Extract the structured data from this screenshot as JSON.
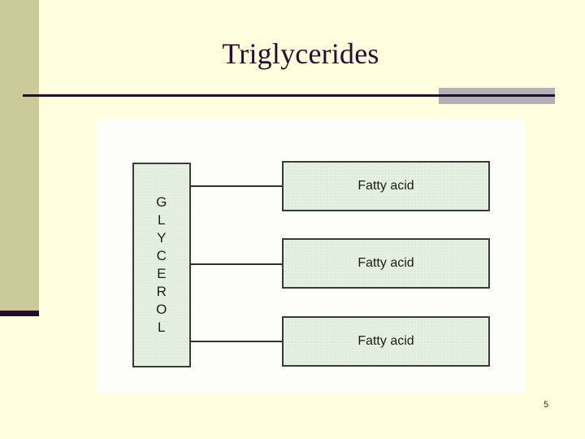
{
  "slide": {
    "title": "Triglycerides",
    "page_number": "5",
    "background_color": "#ffffe0",
    "title_color": "#2d0b2e",
    "accent_band_color": "#cbcb9a",
    "accent_block_color": "#b2b0b8",
    "rule_color": "#250a28"
  },
  "figure": {
    "panel_background": "#fdfdfa",
    "box_fill": "#e6f1e3",
    "box_border": "#3a3a3a",
    "glycerol": {
      "label": "GLYCEROL",
      "letters": [
        "G",
        "L",
        "Y",
        "C",
        "E",
        "R",
        "O",
        "L"
      ]
    },
    "fatty_acids": [
      {
        "label": "Fatty acid"
      },
      {
        "label": "Fatty acid"
      },
      {
        "label": "Fatty acid"
      }
    ],
    "bonds": [
      {
        "name": "ester-bond-1"
      },
      {
        "name": "ester-bond-2"
      },
      {
        "name": "ester-bond-3"
      }
    ]
  }
}
